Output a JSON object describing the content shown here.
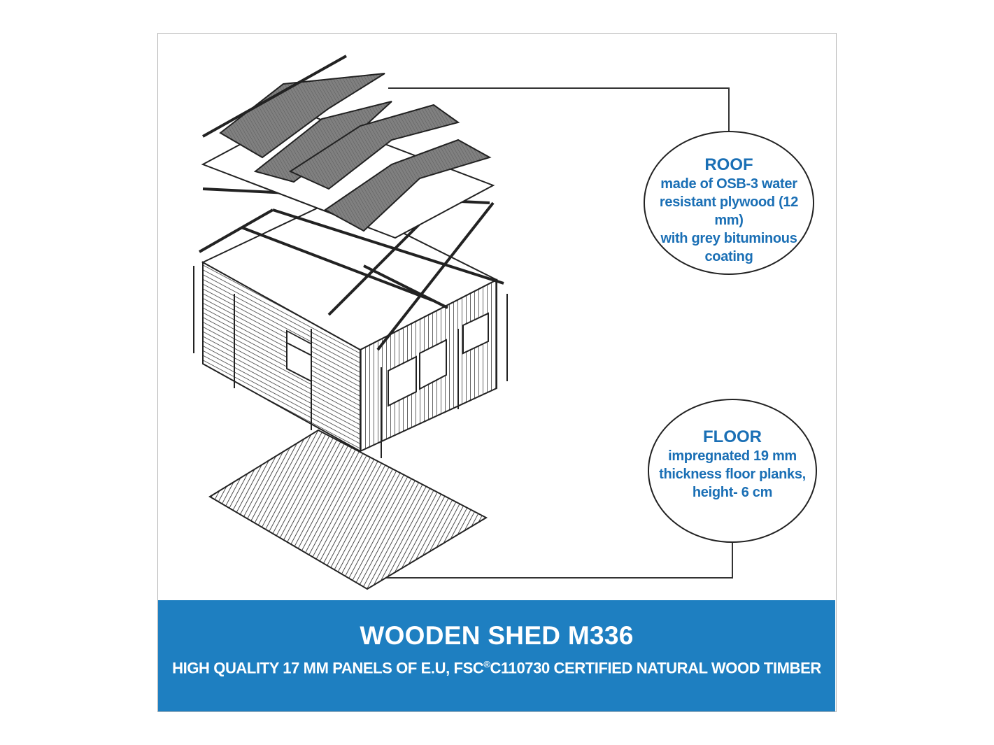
{
  "roof": {
    "heading": "ROOF",
    "lines": [
      "made of OSB-3 water",
      "resistant plywood (12 mm)",
      "with grey bituminous",
      "coating"
    ]
  },
  "floor": {
    "heading": "FLOOR",
    "lines": [
      "impregnated 19 mm",
      "thickness floor planks,",
      "height- 6 cm"
    ]
  },
  "banner": {
    "title": "WOODEN SHED M336",
    "subtitle_pre": "HIGH QUALITY 17 MM PANELS OF E.U, FSC",
    "subtitle_mark": "®",
    "subtitle_post": "C110730 CERTIFIED NATURAL WOOD TIMBER"
  },
  "colors": {
    "accent": "#1e7fc1",
    "text_blue": "#1a6fb5",
    "roof_grey": "#7a7a7a"
  }
}
